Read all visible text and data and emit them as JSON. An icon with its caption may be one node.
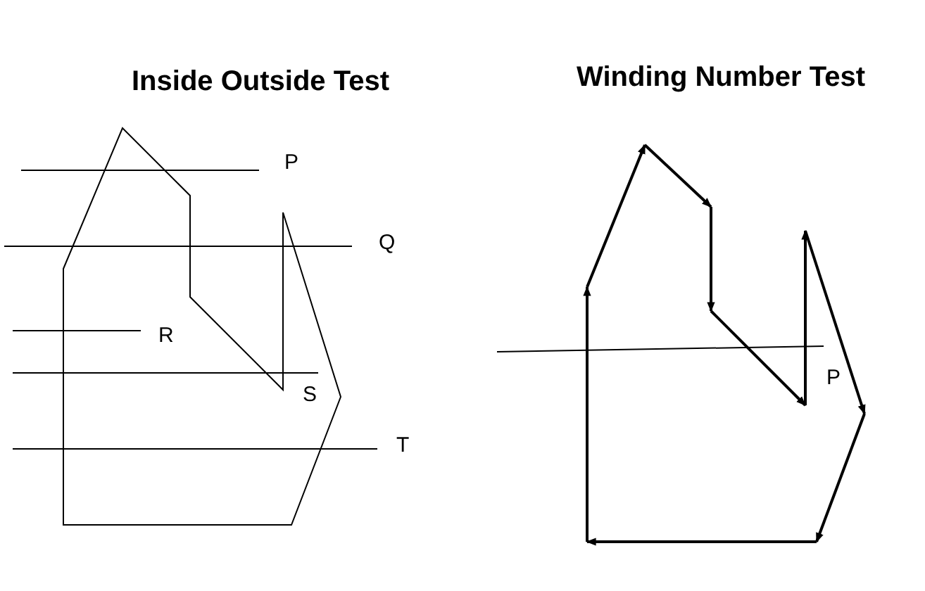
{
  "diagram": {
    "labels": [
      "Inside Outside Test",
      "Winding Number Test",
      "P",
      "Q",
      "R",
      "S",
      "T",
      "P"
    ]
  }
}
